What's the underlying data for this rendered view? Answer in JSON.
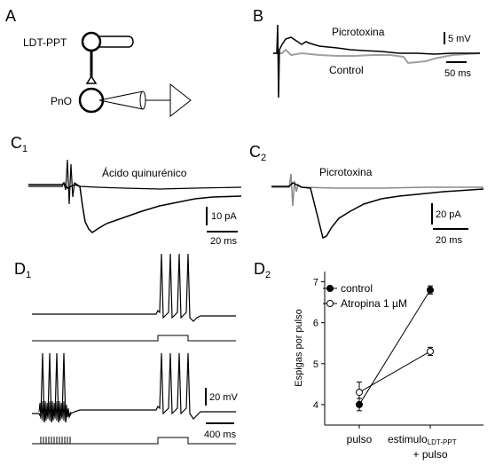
{
  "panels": {
    "A": {
      "letter": "A",
      "ldt_label": "LDT-PPT",
      "pno_label": "PnO"
    },
    "B": {
      "letter": "B",
      "trace_picrotoxin": "Picrotoxina",
      "trace_control": "Control",
      "scale_v": "5 mV",
      "scale_t": "50 ms"
    },
    "C1": {
      "letter": "C",
      "subscript": "1",
      "trace_label": "Ácido quinurénico",
      "scale_i": "10 pA",
      "scale_t": "20 ms"
    },
    "C2": {
      "letter": "C",
      "subscript": "2",
      "trace_label": "Picrotoxina",
      "scale_i": "20 pA",
      "scale_t": "20 ms"
    },
    "D1": {
      "letter": "D",
      "subscript": "1",
      "scale_v": "20 mV",
      "scale_t": "400 ms"
    },
    "D2": {
      "letter": "D",
      "subscript": "2"
    }
  },
  "colors": {
    "trace_black": "#000000",
    "trace_gray": "#a0a0a0"
  },
  "chart_data": {
    "type": "line",
    "panel": "D2",
    "ylabel": "Espigas por pulso",
    "categories": [
      "pulso",
      "estimulo",
      "+ pulso"
    ],
    "category_subscript": "LDT-PPT",
    "ylim": [
      3.5,
      7.25
    ],
    "yticks": [
      4,
      5,
      6,
      7
    ],
    "grid": false,
    "legend": "top-left",
    "series": [
      {
        "name": "control",
        "marker": "filled-circle",
        "values": [
          4.0,
          6.8
        ],
        "errors": [
          0.15,
          0.1
        ]
      },
      {
        "name": "Atropina 1 µM",
        "marker": "open-circle",
        "values": [
          4.3,
          5.3
        ],
        "errors": [
          0.25,
          0.1
        ]
      }
    ]
  }
}
